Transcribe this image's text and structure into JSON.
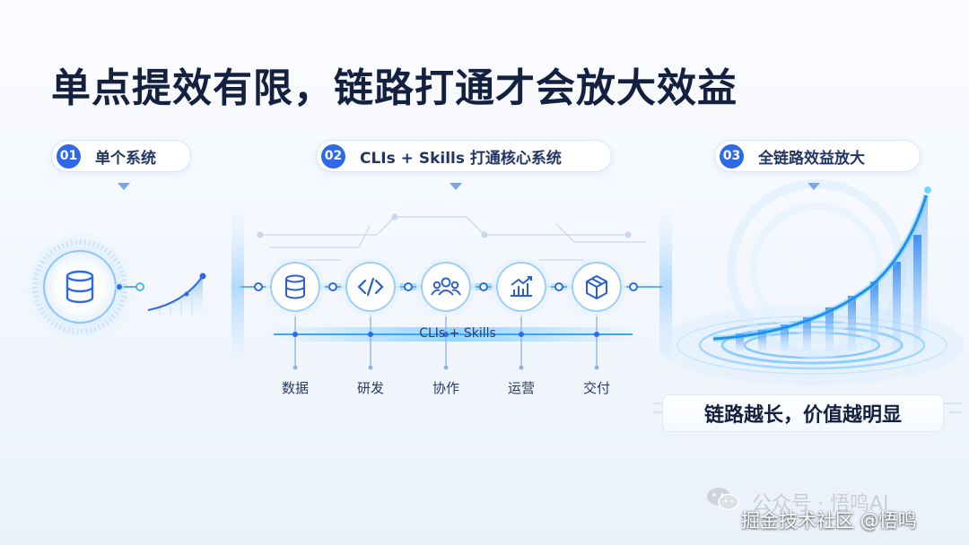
{
  "title": "单点提效有限，链路打通才会放大效益",
  "steps": [
    {
      "num": "01",
      "label": "单个系统"
    },
    {
      "num": "02",
      "label": "CLIs + Skills 打通核心系统"
    },
    {
      "num": "03",
      "label": "全链路效益放大"
    }
  ],
  "chain": {
    "center_label": "CLIs + Skills",
    "nodes": [
      {
        "label": "数据",
        "icon": "database-icon"
      },
      {
        "label": "研发",
        "icon": "code-icon"
      },
      {
        "label": "协作",
        "icon": "users-icon"
      },
      {
        "label": "运营",
        "icon": "bar-chart-icon"
      },
      {
        "label": "交付",
        "icon": "box-icon"
      }
    ]
  },
  "single_system_icon": "database-icon",
  "banner": "链路越长，价值越明显",
  "watermark": {
    "line1": "公众号 · 悟鸣AI",
    "line2": "掘金技术社区 @悟鸣"
  },
  "colors": {
    "accent": "#2e6ae8",
    "glow": "#3aa8f5",
    "title": "#13203f"
  }
}
